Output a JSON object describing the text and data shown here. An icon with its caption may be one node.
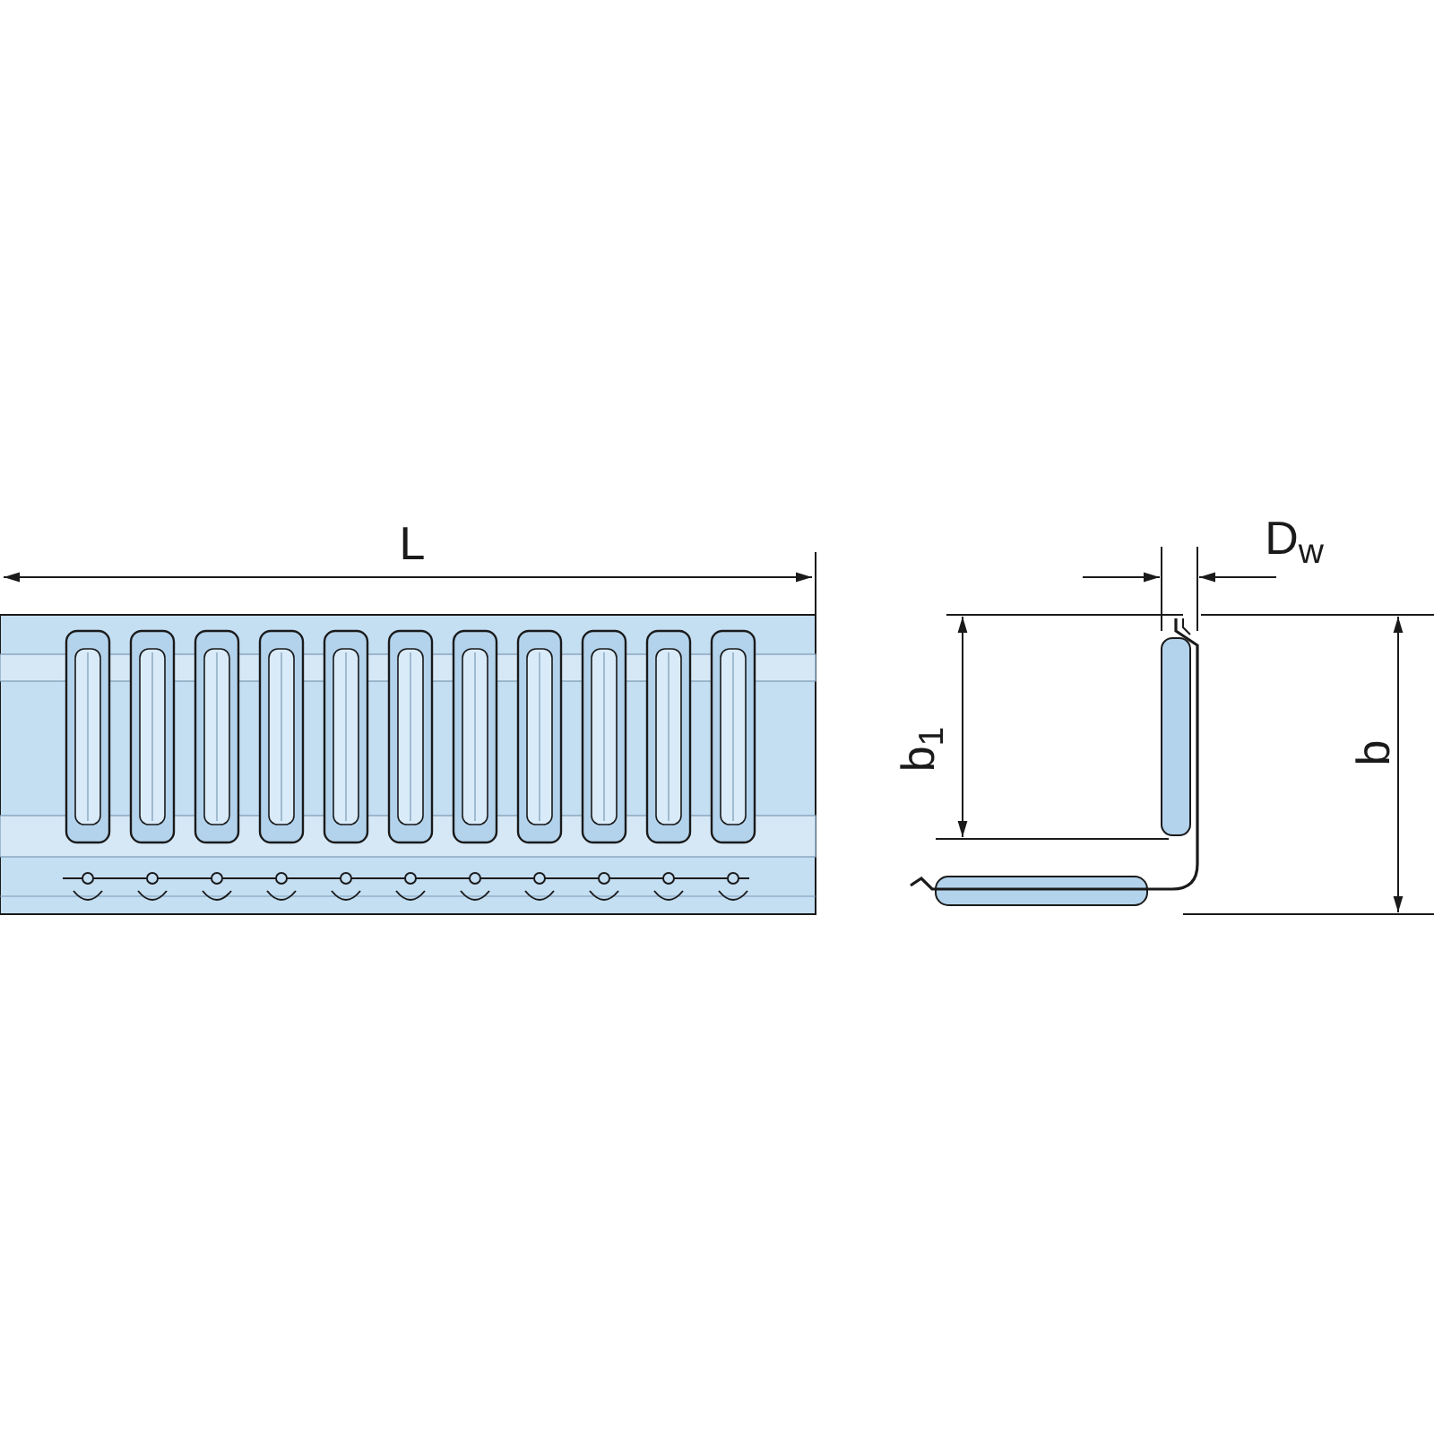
{
  "diagram": {
    "labels": [
      "L",
      "D$_{w}$",
      "b$_{1}$",
      "b"
    ]
  }
}
